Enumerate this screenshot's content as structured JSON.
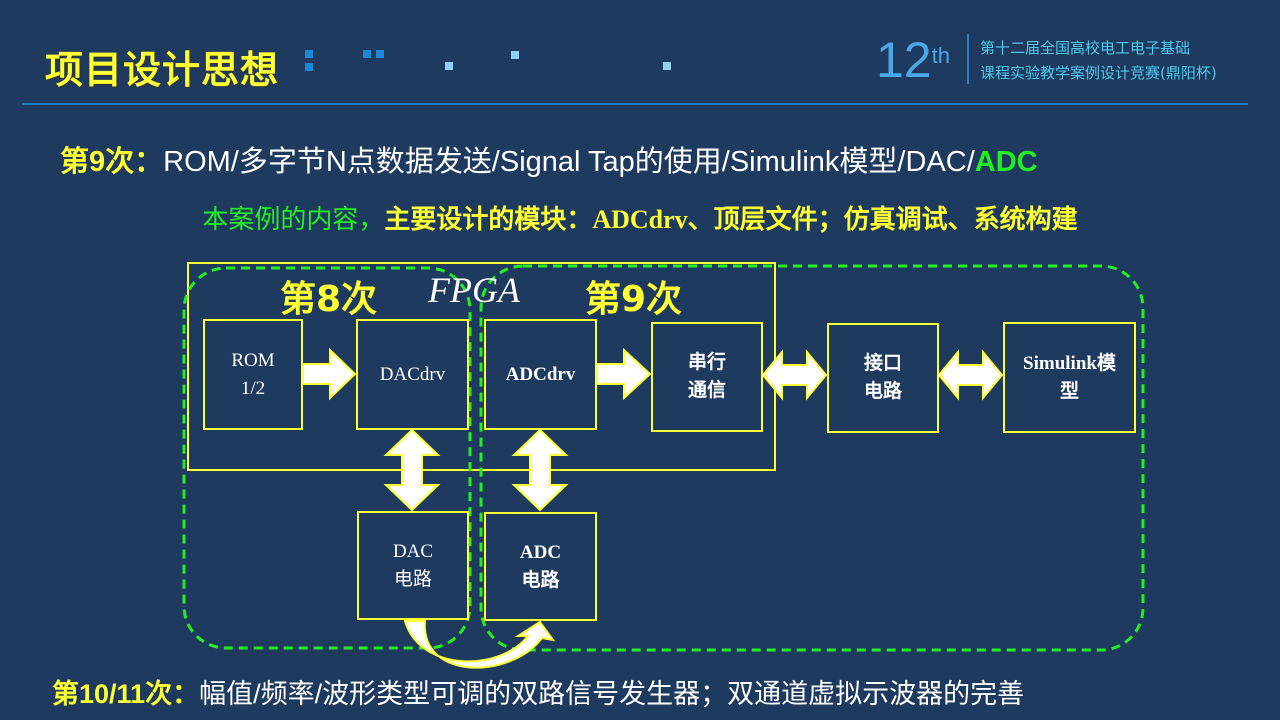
{
  "header": {
    "title": "项目设计思想",
    "edition_number": "12",
    "edition_suffix": "th",
    "competition_line1": "第十二届全国高校电工电子基础",
    "competition_line2": "课程实验教学案例设计竞赛(鼎阳杯)"
  },
  "session9": {
    "label": "第9次：",
    "topics": "ROM/多字节N点数据发送/Signal Tap的使用/Simulink模型/DAC/",
    "highlight": "ADC"
  },
  "content_line": {
    "intro": "本案例的内容，",
    "modules": "主要设计的模块：ADCdrv、顶层文件；仿真调试、系统构建"
  },
  "diagram": {
    "session8_label": "第8次",
    "fpga_label": "FPGA",
    "session9_label": "第9次",
    "blocks": {
      "rom": [
        "ROM",
        "1/2"
      ],
      "dacdrv": "DACdrv",
      "adcdrv": "ADCdrv",
      "serial": [
        "串行",
        "通信"
      ],
      "interface": [
        "接口",
        "电路"
      ],
      "simulink": [
        "Simulink模",
        "型"
      ],
      "dac_circuit": [
        "DAC",
        "电路"
      ],
      "adc_circuit": [
        "ADC",
        "电路"
      ]
    }
  },
  "session10": {
    "label": "第10/11次：",
    "text": "幅值/频率/波形类型可调的双路信号发生器；双通道虚拟示波器的完善"
  },
  "colors": {
    "background": "#1f3a5f",
    "yellow": "#ffff33",
    "green": "#22ee22",
    "accent_blue": "#1e7fc0"
  }
}
